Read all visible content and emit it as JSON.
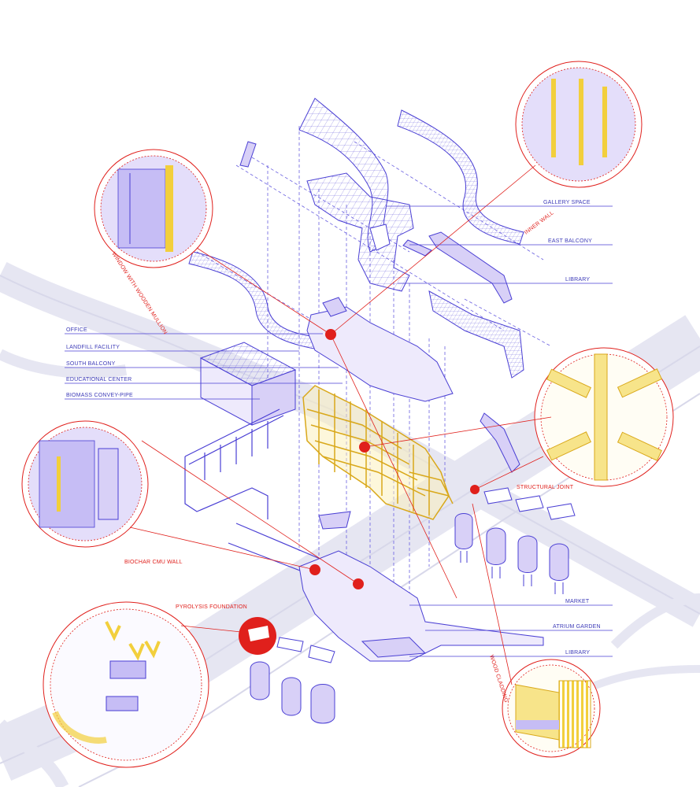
{
  "colors": {
    "background": "#ffffff",
    "linework": "#4a3fd4",
    "fill_lavender": "#d8d0f7",
    "road": "#e6e6f2",
    "timber": "#f2cf3c",
    "callout_red": "#e0201c"
  },
  "labels": {
    "right": {
      "gallery_space": "GALLERY SPACE",
      "east_balcony": "EAST BALCONY",
      "library_upper": "LIBRARY",
      "market": "MARKET",
      "atrium_garden": "ATRIUM GARDEN",
      "library_lower": "LIBRARY"
    },
    "left": {
      "office": "OFFICE",
      "landfill_facility": "LANDFILL FACILITY",
      "south_balcony": "SOUTH BALCONY",
      "educational_center": "EDUCATIONAL CENTER",
      "biomass_convey_pipe": "BIOMASS CONVEY-PIPE"
    },
    "callouts": {
      "inner_wall": "INNER WALL",
      "window_with_wooden_mullion": "WINDOW WITH WOODEN MULLION",
      "structural_joint": "STRUCTURAL JOINT",
      "biochar_cmu_wall": "BIOCHAR CMU WALL",
      "pyrolysis_foundation": "PYROLYSIS FOUNDATION",
      "wood_cladding": "WOOD CLADDING"
    }
  }
}
